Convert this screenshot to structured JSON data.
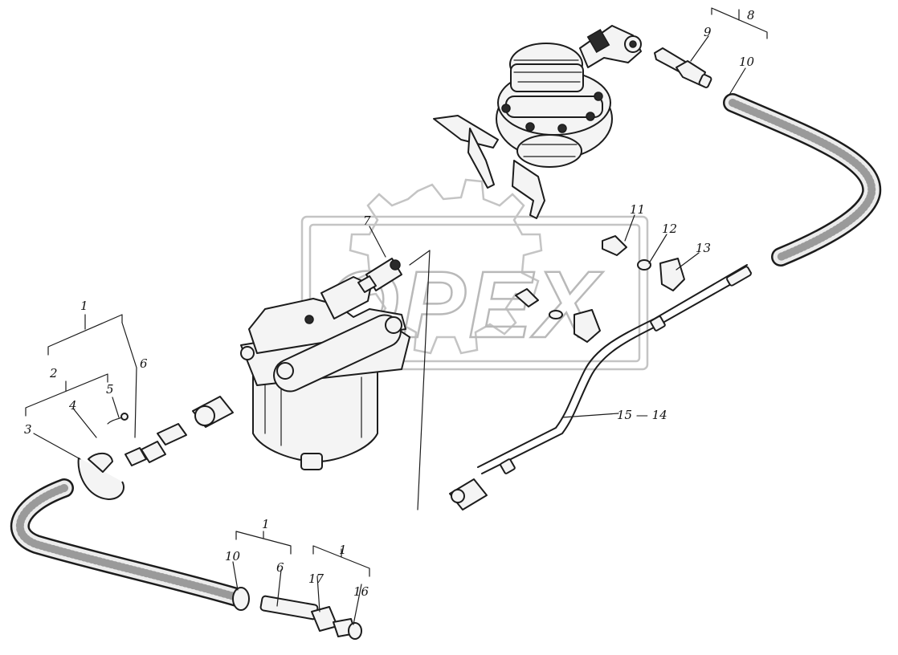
{
  "watermark": {
    "text": "OPEX"
  },
  "callouts": [
    {
      "id": "c-1-top",
      "text": "1"
    },
    {
      "id": "c-2",
      "text": "2"
    },
    {
      "id": "c-3",
      "text": "3"
    },
    {
      "id": "c-4",
      "text": "4"
    },
    {
      "id": "c-5",
      "text": "5"
    },
    {
      "id": "c-6-top",
      "text": "6"
    },
    {
      "id": "c-7",
      "text": "7"
    },
    {
      "id": "c-8",
      "text": "8"
    },
    {
      "id": "c-9",
      "text": "9"
    },
    {
      "id": "c-10-top",
      "text": "10"
    },
    {
      "id": "c-11",
      "text": "11"
    },
    {
      "id": "c-12",
      "text": "12"
    },
    {
      "id": "c-13",
      "text": "13"
    },
    {
      "id": "c-15-14",
      "text": "15 — 14"
    },
    {
      "id": "c-1-bottom-a",
      "text": "1"
    },
    {
      "id": "c-10-bottom",
      "text": "10"
    },
    {
      "id": "c-6-bottom",
      "text": "6"
    },
    {
      "id": "c-1-bottom-b",
      "text": "1"
    },
    {
      "id": "c-17",
      "text": "17"
    },
    {
      "id": "c-16",
      "text": "16"
    }
  ]
}
